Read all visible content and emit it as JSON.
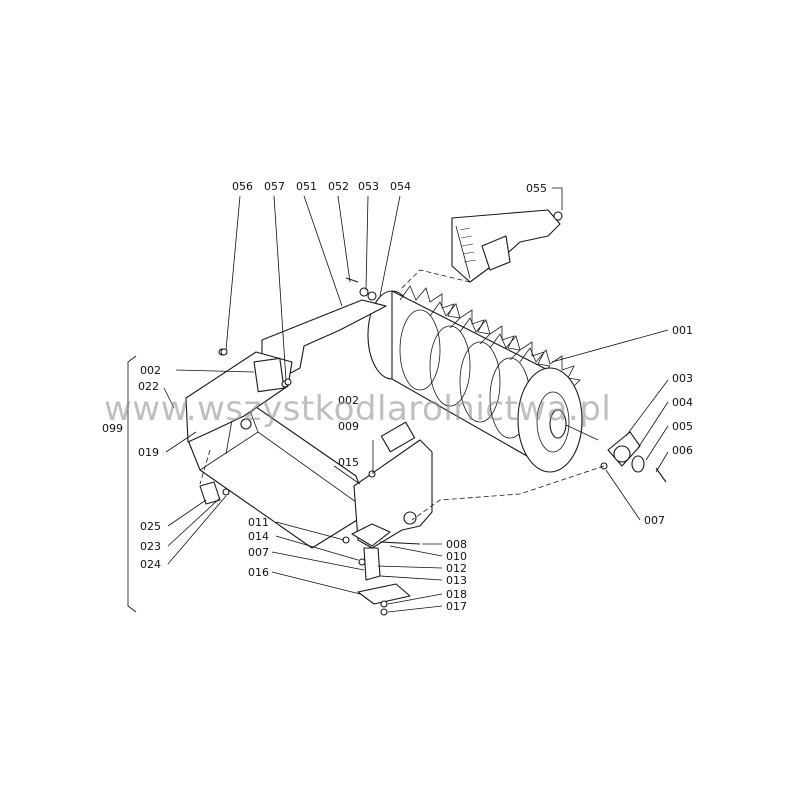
{
  "watermark": "www.wszystkodlarolnictwa.pl",
  "labels": {
    "l056": "056",
    "l057": "057",
    "l051": "051",
    "l052": "052",
    "l053": "053",
    "l054": "054",
    "l055": "055",
    "l001": "001",
    "l002a": "002",
    "l022": "022",
    "l099": "099",
    "l019": "019",
    "l002b": "002",
    "l009": "009",
    "l015": "015",
    "l003": "003",
    "l004": "004",
    "l005": "005",
    "l006": "006",
    "l007a": "007",
    "l011": "011",
    "l014": "014",
    "l007b": "007",
    "l016": "016",
    "l008": "008",
    "l010": "010",
    "l012": "012",
    "l013": "013",
    "l018": "018",
    "l017": "017",
    "l025": "025",
    "l023": "023",
    "l024": "024"
  }
}
